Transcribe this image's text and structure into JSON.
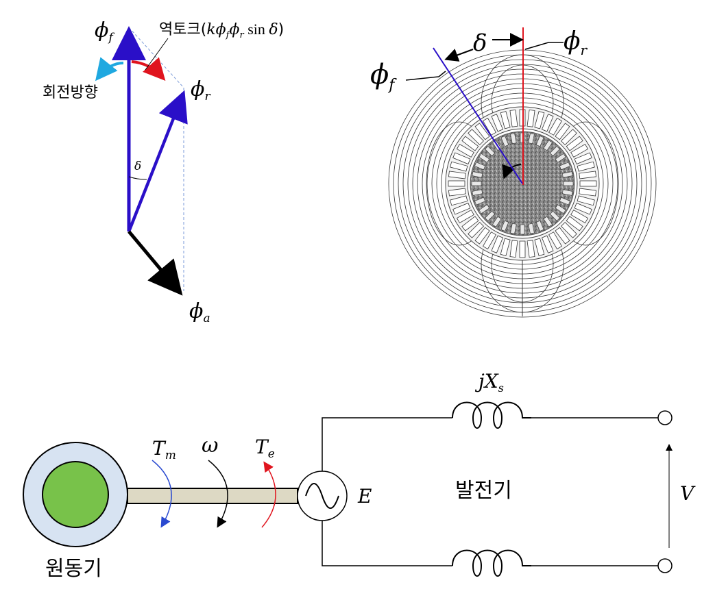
{
  "phasor": {
    "phi_f": {
      "sym": "ϕ",
      "sub": "f"
    },
    "phi_r": {
      "sym": "ϕ",
      "sub": "r"
    },
    "phi_a": {
      "sym": "ϕ",
      "sub": "a"
    },
    "delta": "δ",
    "reverse_torque": {
      "label_ko": "역토크(",
      "k": "k",
      "phi1": "ϕ",
      "sub1": "f",
      "phi2": "ϕ",
      "sub2": "r",
      "sin": " sin ",
      "delta": "δ",
      "close": ")"
    },
    "rotation_label": "회전방향"
  },
  "machine": {
    "delta": "δ",
    "phi_f": {
      "sym": "ϕ",
      "sub": "f"
    },
    "phi_r": {
      "sym": "ϕ",
      "sub": "r"
    }
  },
  "circuit": {
    "reactance": {
      "j": "j",
      "X": "X",
      "sub": "s"
    },
    "torque_m": {
      "sym": "T",
      "sub": "m"
    },
    "omega": "ω",
    "torque_e": {
      "sym": "T",
      "sub": "e"
    },
    "emf": "E",
    "generator_label": "발전기",
    "voltage": "V",
    "prime_mover_label": "원동기"
  },
  "colors": {
    "phasor_blue": "#2a0fc8",
    "black_vector": "#000000",
    "rotation_cyan": "#1fa8e0",
    "torque_red": "#e0141e",
    "field_red": "#e0141e",
    "prime_mover_outer": "#d7e3f2",
    "prime_mover_inner": "#78c24a",
    "shaft": "#ddd9c4"
  }
}
